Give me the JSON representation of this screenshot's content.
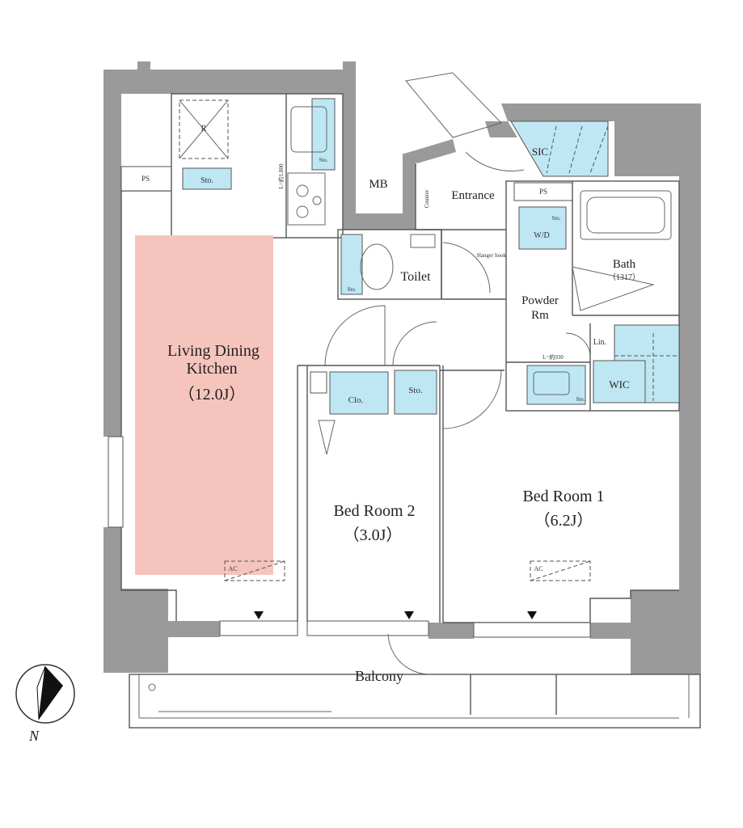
{
  "rooms": {
    "ldk_line1": "Living Dining",
    "ldk_line2": "Kitchen",
    "ldk_size": "（12.0J）",
    "bed2_name": "Bed Room 2",
    "bed2_size": "（3.0J）",
    "bed1_name": "Bed Room 1",
    "bed1_size": "（6.2J）",
    "balcony": "Balcony",
    "toilet": "Toilet",
    "entrance": "Entrance",
    "powder_line1": "Powder",
    "powder_line2": "Rm",
    "bath": "Bath",
    "bath_size": "（1317）",
    "mb": "MB",
    "sic": "SIC",
    "wic": "WIC"
  },
  "labels": {
    "ps": "PS",
    "sto": "Sto.",
    "clo": "Clo.",
    "lin": "Lin.",
    "ac": "AC",
    "r": "R",
    "wd": "W/D",
    "counter": "Counter",
    "hanger_hook": "Hanger hook",
    "l_1800": "L=約1,800",
    "l_930": "L=約930"
  },
  "compass": {
    "north": "N"
  },
  "colors": {
    "wall": "#9a9a9a",
    "ldk_fill": "#f5c5bd",
    "storage_fill": "#bfe6f3"
  }
}
